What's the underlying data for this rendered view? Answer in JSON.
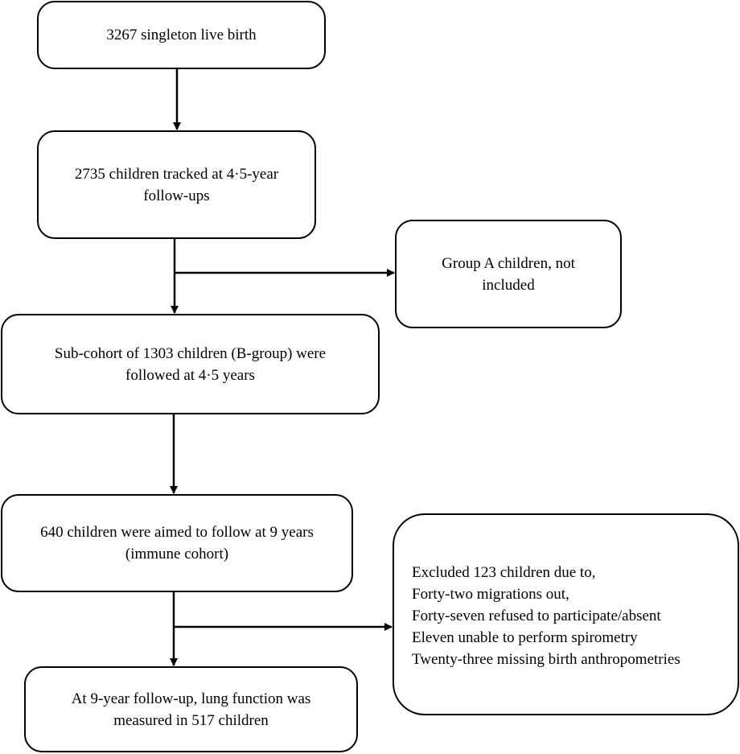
{
  "boxes": {
    "live_birth": "3267 singleton live birth",
    "tracked": "2735 children tracked at 4·5-year\nfollow-ups",
    "group_a": "Group A children, not\nincluded",
    "sub_cohort": "Sub-cohort of 1303 children (B-group) were\nfollowed at 4·5 years",
    "immune_cohort": "640 children were aimed to follow at 9 years\n(immune cohort)",
    "excluded": "Excluded 123 children due to,\nForty-two migrations out,\nForty-seven refused to participate/absent\nEleven unable to perform spirometry\nTwenty-three missing birth anthropometries",
    "final": "At 9-year follow-up, lung function was\nmeasured in 517 children"
  },
  "colors": {
    "stroke": "#000000",
    "background": "#ffffff"
  }
}
